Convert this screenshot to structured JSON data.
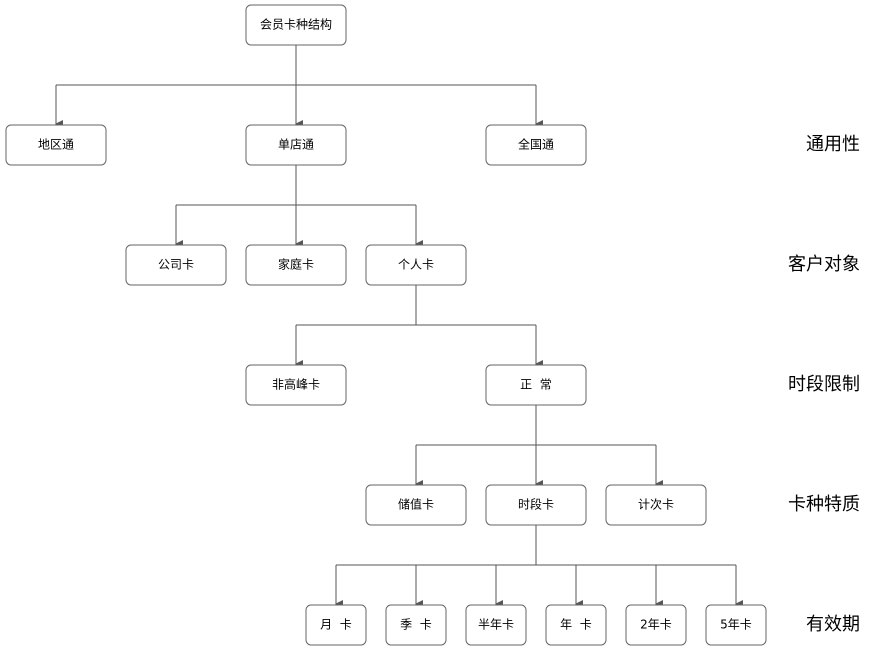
{
  "diagram": {
    "root": "会员卡种结构",
    "levels": [
      "通用性",
      "客户对象",
      "时段限制",
      "卡种特质",
      "有效期"
    ],
    "nodes": {
      "root": "会员卡种结构",
      "regional": "地区通",
      "single_store": "单店通",
      "national": "全国通",
      "company_card": "公司卡",
      "family_card": "家庭卡",
      "personal_card": "个人卡",
      "off_peak_card": "非高峰卡",
      "normal": "正  常",
      "stored_value_card": "储值卡",
      "period_card": "时段卡",
      "count_card": "计次卡",
      "monthly": "月  卡",
      "seasonal": "季  卡",
      "half_year": "半年卡",
      "yearly": "年  卡",
      "two_year": "2年卡",
      "five_year": "5年卡"
    }
  }
}
